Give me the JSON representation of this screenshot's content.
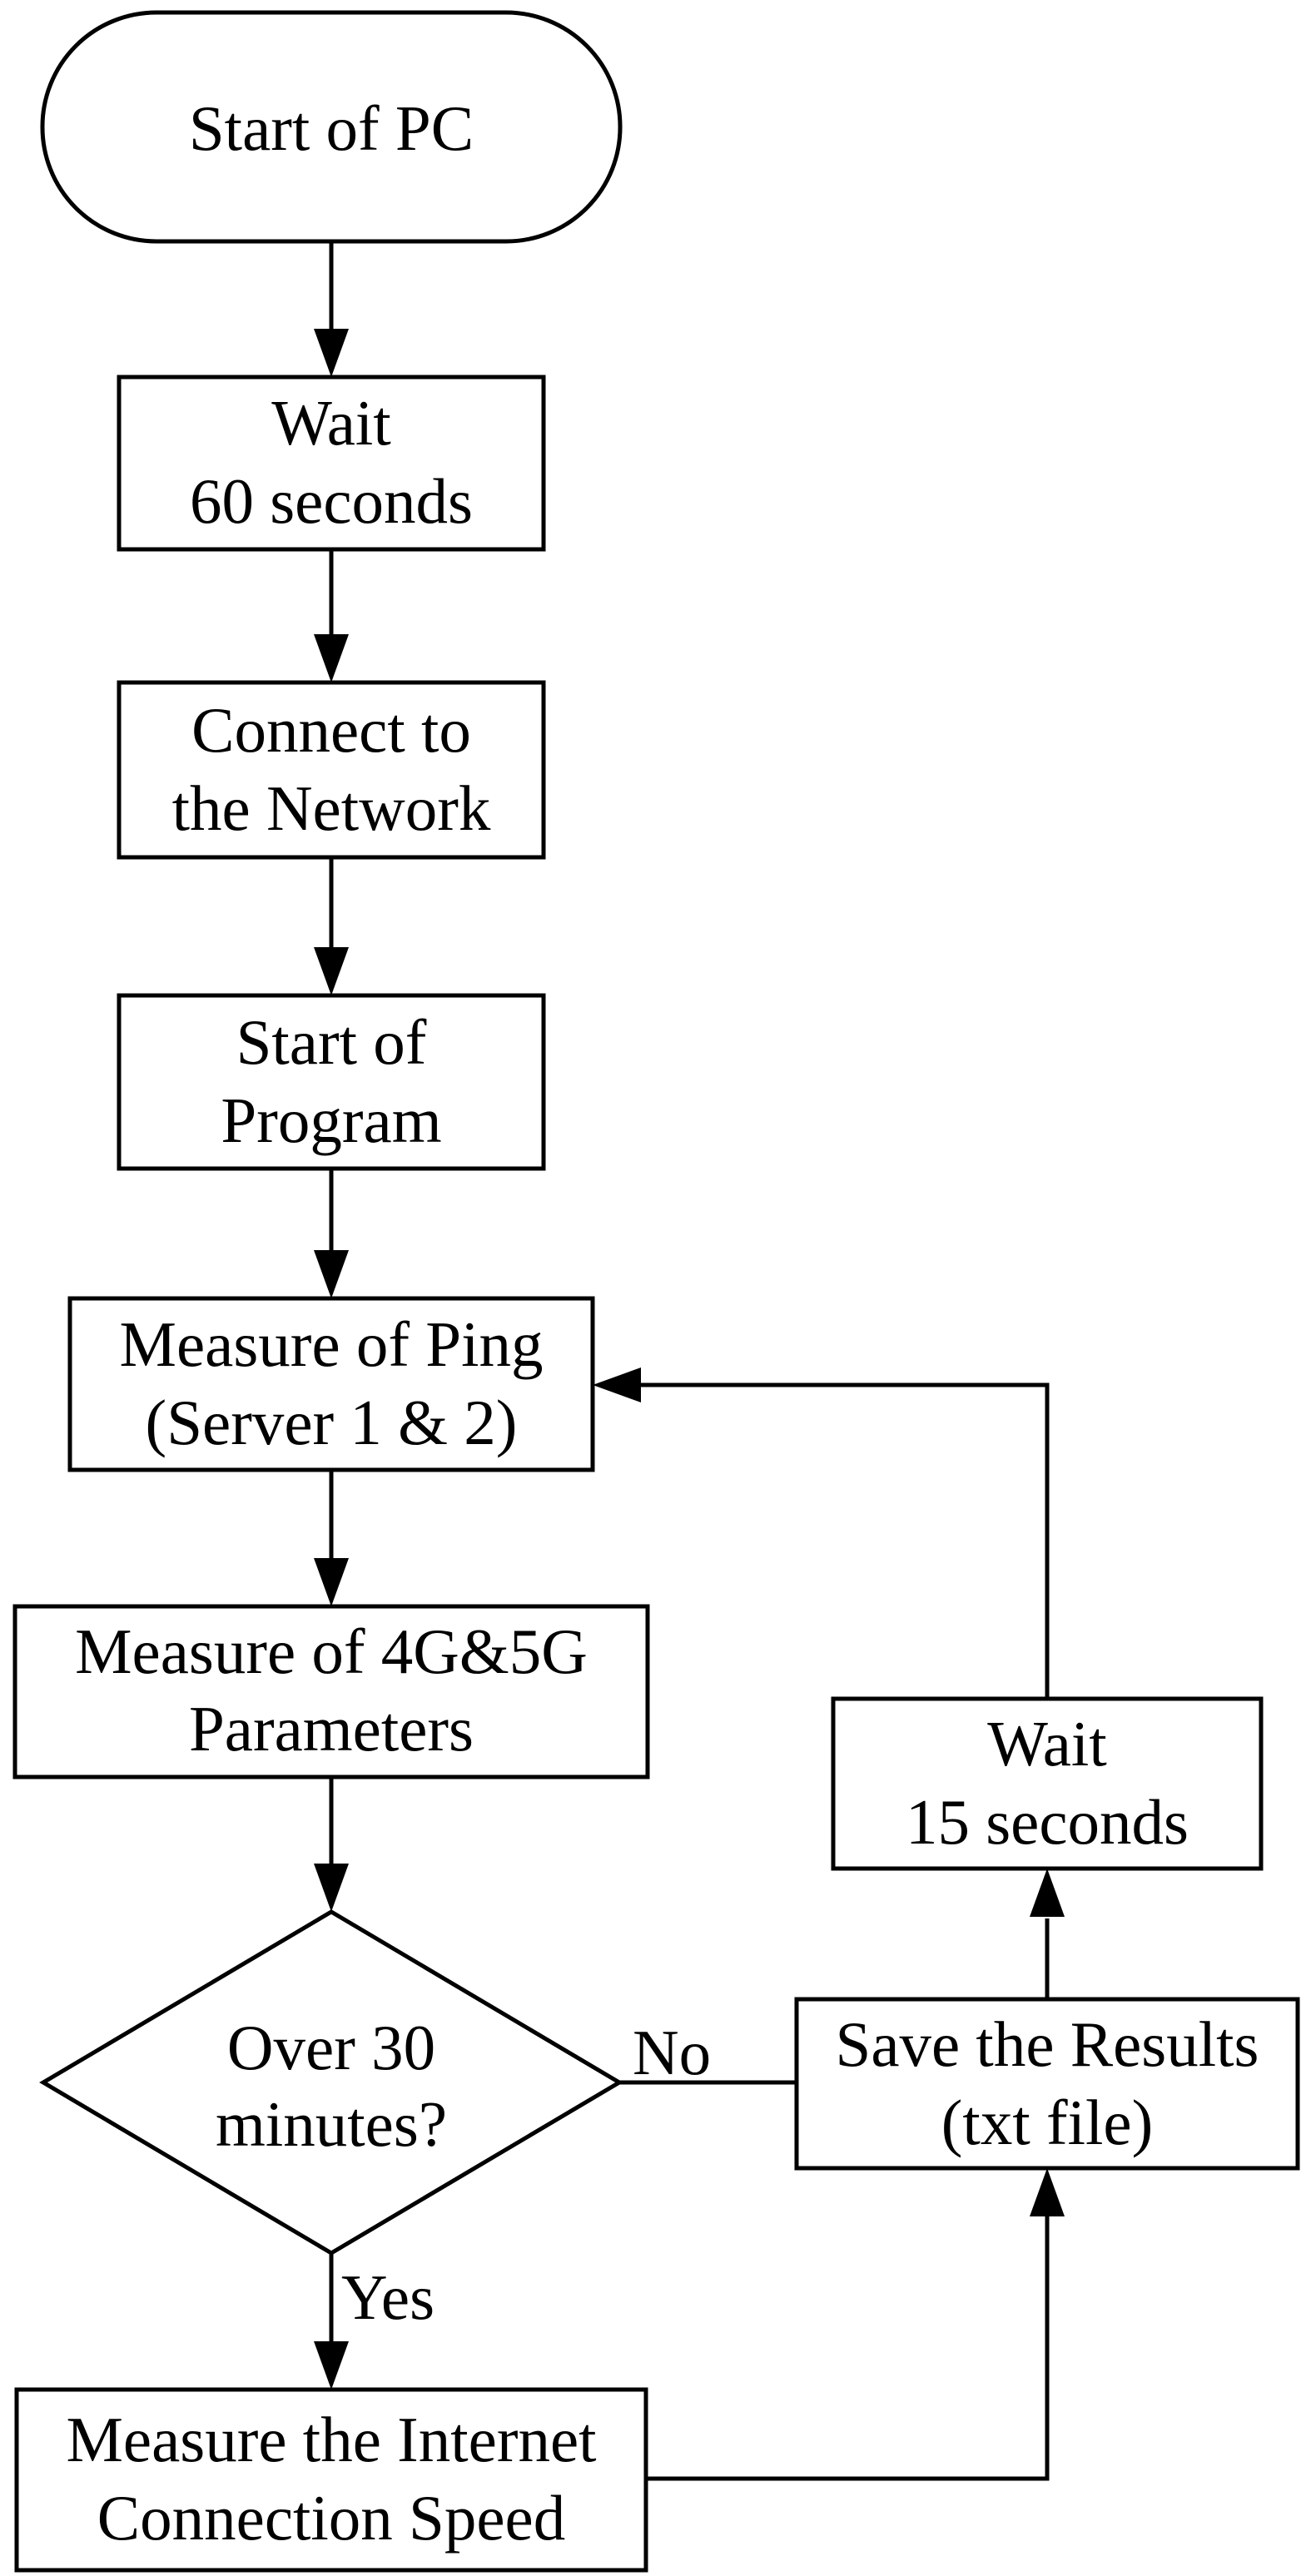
{
  "figure": {
    "kind": "flowchart",
    "background_color": "#ffffff",
    "ink_color": "#000000"
  },
  "nodes": {
    "start_pc": {
      "type": "terminator",
      "line1": "Start of PC"
    },
    "wait_60": {
      "type": "process",
      "line1": "Wait",
      "line2": "60 seconds"
    },
    "connect_network": {
      "type": "process",
      "line1": "Connect to",
      "line2": "the Network"
    },
    "start_program": {
      "type": "process",
      "line1": "Start of",
      "line2": "Program"
    },
    "measure_ping": {
      "type": "process",
      "line1": "Measure of Ping",
      "line2": "(Server 1 & 2)"
    },
    "measure_4g5g": {
      "type": "process",
      "line1": "Measure of 4G&5G",
      "line2": "Parameters"
    },
    "over_30": {
      "type": "decision",
      "line1": "Over 30",
      "line2": "minutes?"
    },
    "save_results": {
      "type": "process",
      "line1": "Save the Results",
      "line2": "(txt file)"
    },
    "wait_15": {
      "type": "process",
      "line1": "Wait",
      "line2": "15 seconds"
    },
    "measure_internet": {
      "type": "process",
      "line1": "Measure the Internet",
      "line2": "Connection Speed"
    }
  },
  "edge_labels": {
    "yes": "Yes",
    "no": "No"
  }
}
